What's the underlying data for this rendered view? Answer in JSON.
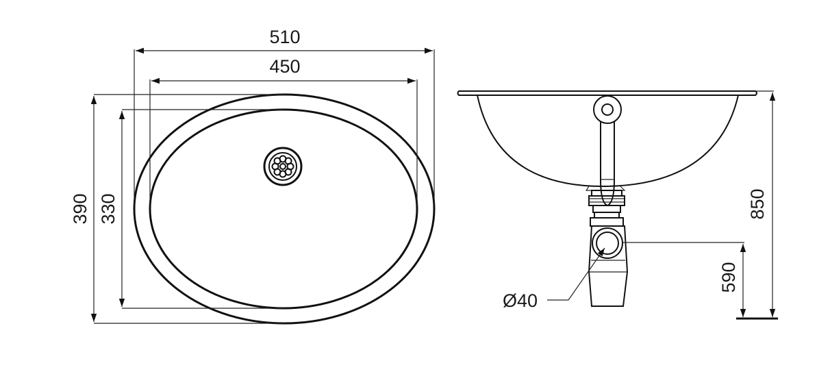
{
  "dimensions": {
    "outer_width": "510",
    "inner_width": "450",
    "outer_height": "390",
    "inner_height": "330",
    "mount_height": "850",
    "outlet_height": "590",
    "outlet_diameter": "Ø40"
  }
}
